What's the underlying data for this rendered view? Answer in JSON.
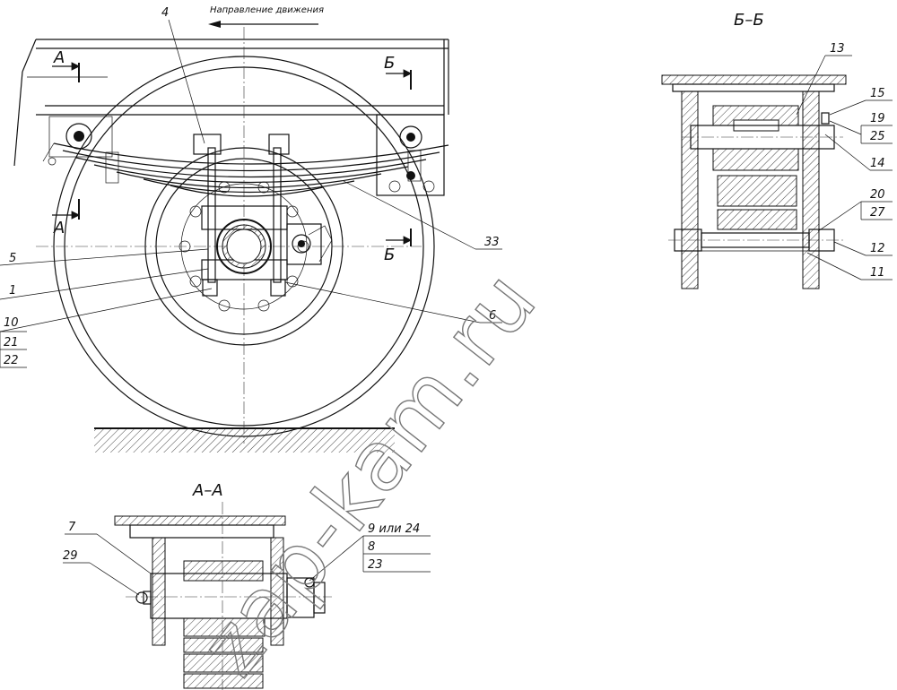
{
  "direction_label": "Направление движения",
  "sections": {
    "bb": "Б–Б",
    "aa": "А–А",
    "cut_a": "А",
    "cut_b": "Б"
  },
  "callouts": {
    "c4": "4",
    "c5": "5",
    "c1": "1",
    "c10": "10",
    "c21": "21",
    "c22": "22",
    "c33": "33",
    "c6": "6",
    "c13": "13",
    "c15": "15",
    "c19": "19",
    "c25": "25",
    "c14": "14",
    "c20": "20",
    "c27": "27",
    "c12": "12",
    "c11": "11",
    "c7": "7",
    "c29": "29",
    "c9_24": "9 или 24",
    "c8": "8",
    "c23": "23"
  },
  "watermark": "zap-kam.ru"
}
